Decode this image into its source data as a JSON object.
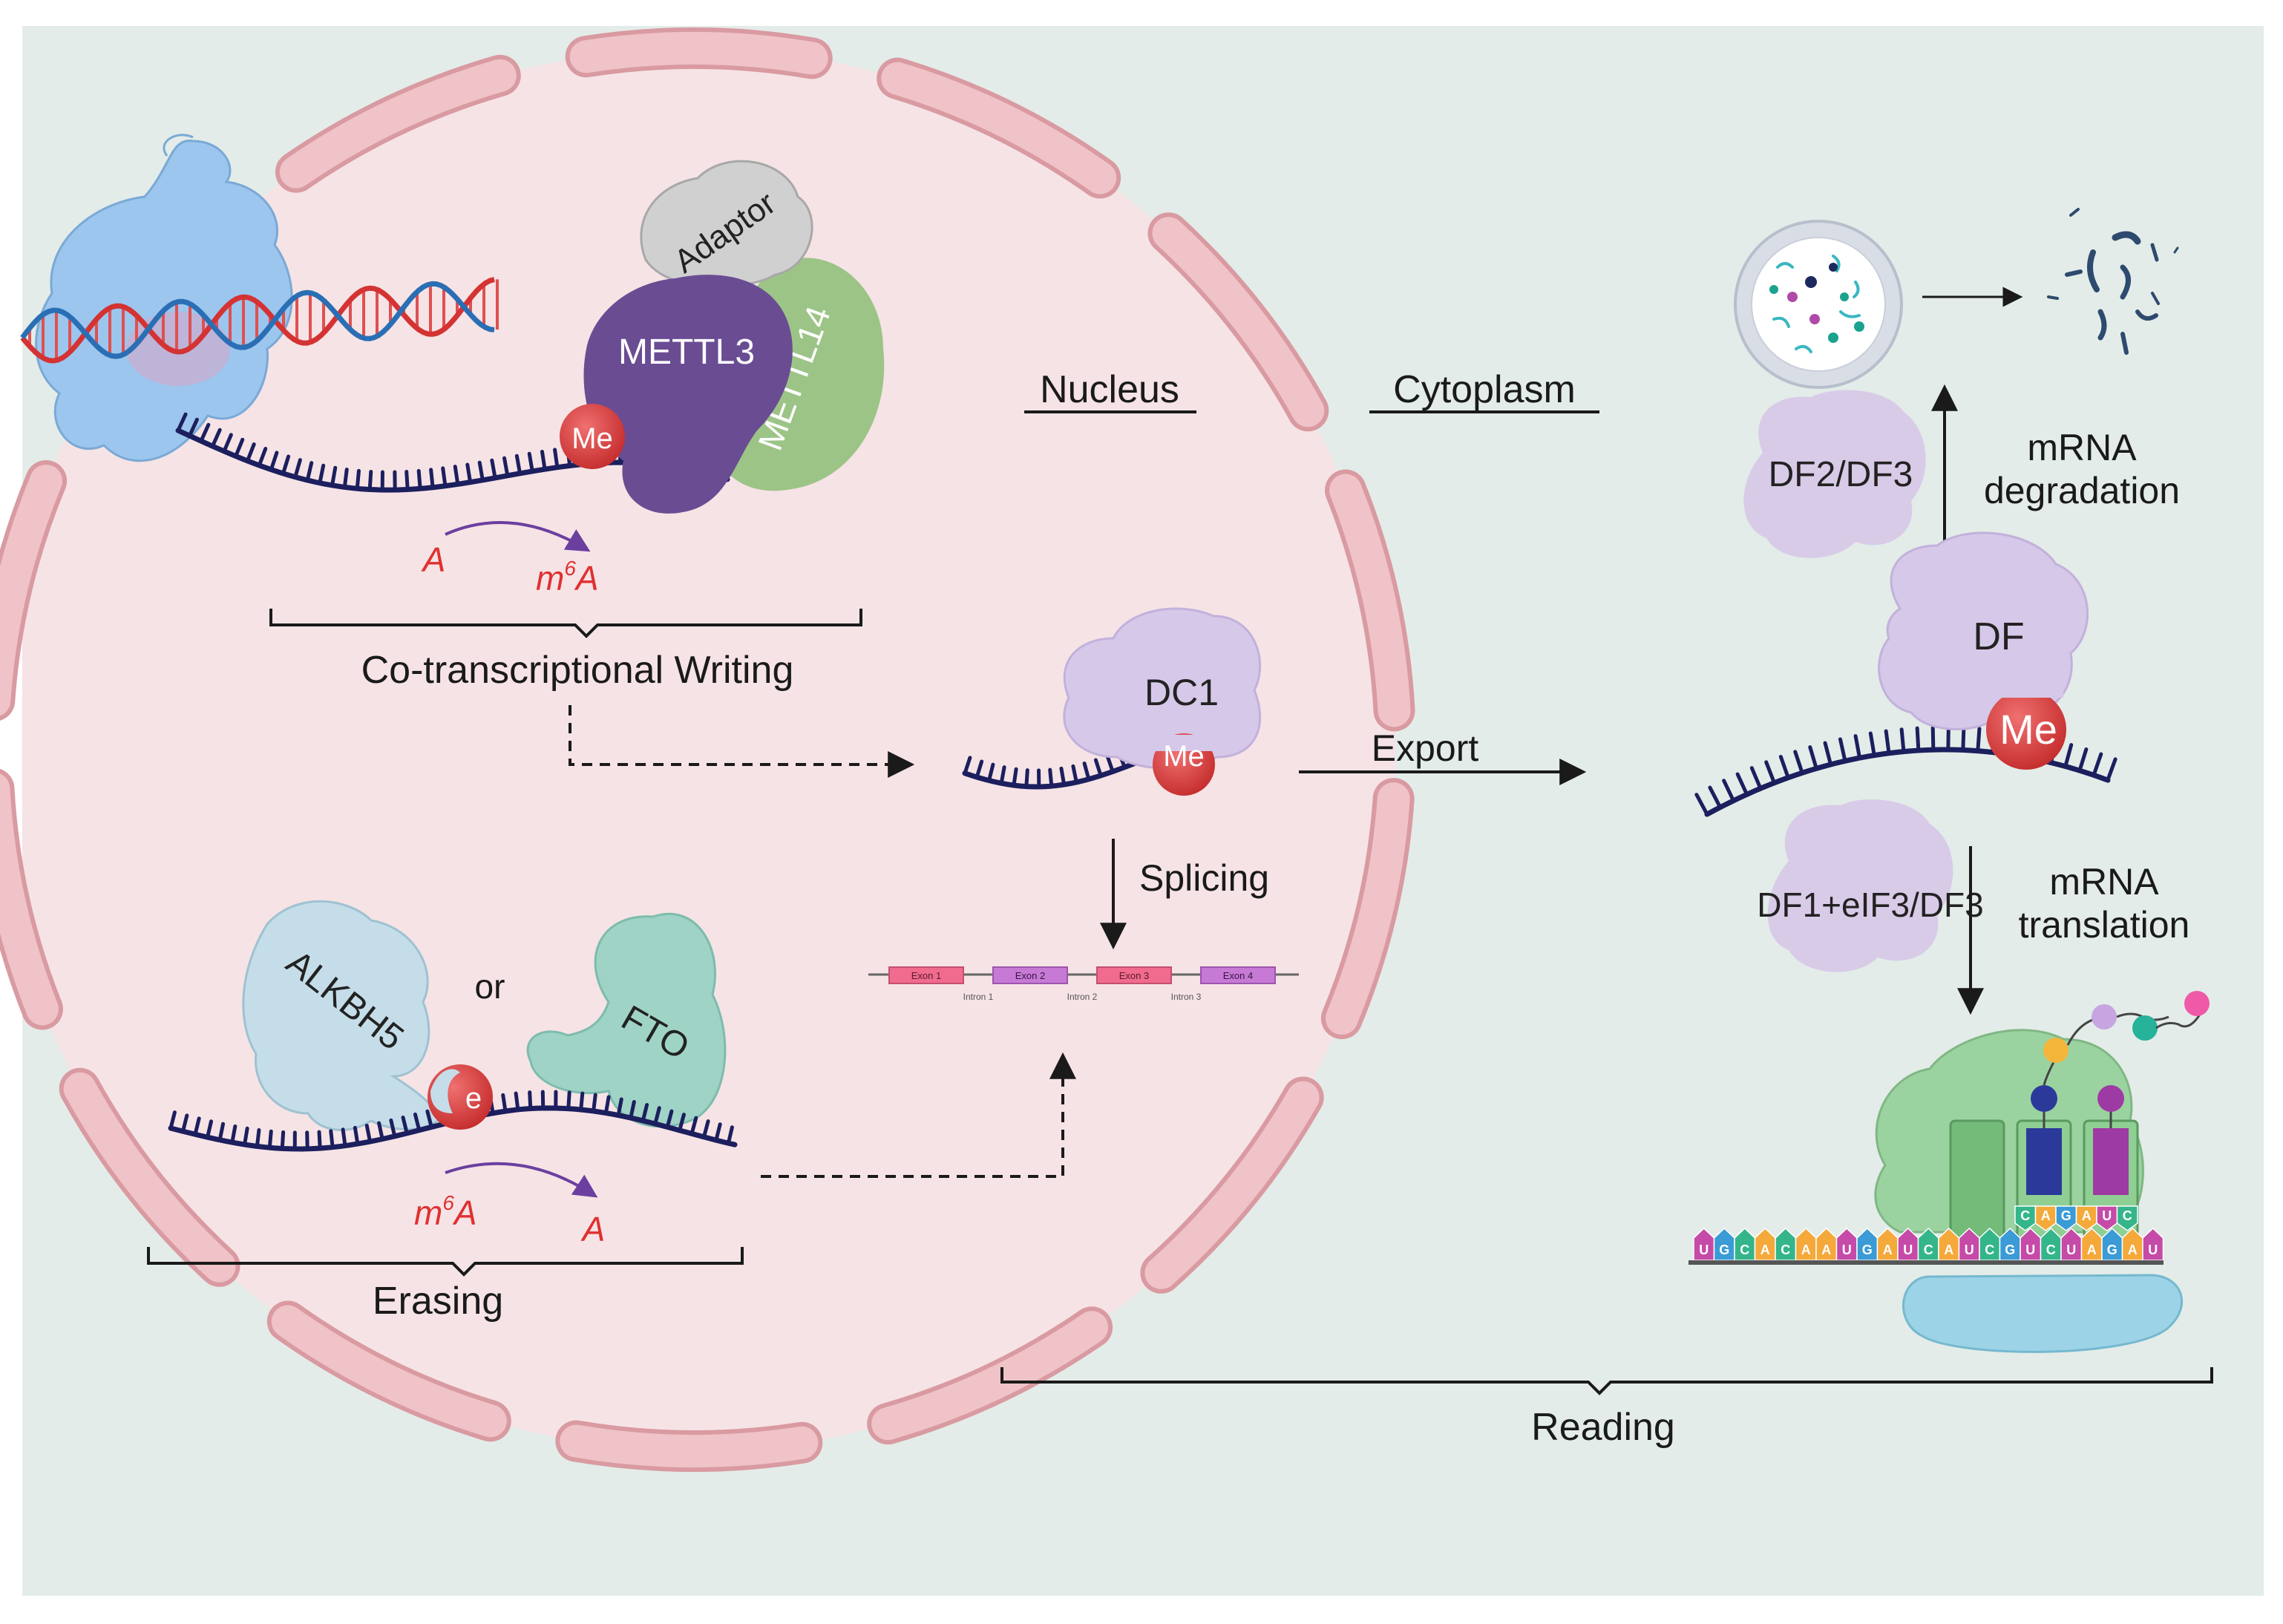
{
  "labels": {
    "nucleus": "Nucleus",
    "cytoplasm": "Cytoplasm",
    "co_transcriptional_writing": "Co-transcriptional Writing",
    "erasing": "Erasing",
    "reading": "Reading",
    "splicing": "Splicing",
    "export": "Export",
    "mrna_degradation_1": "mRNA",
    "mrna_degradation_2": "degradation",
    "mrna_translation_1": "mRNA",
    "mrna_translation_2": "translation",
    "or": "or",
    "a_start": "A",
    "m6a_end_m": "m",
    "m6a_end_6": "6",
    "m6a_end_a": "A",
    "m6a_start_m": "m",
    "m6a_start_6": "6",
    "m6a_start_a": "A",
    "a_end": "A"
  },
  "proteins": {
    "adaptor": "Adaptor",
    "mettl3": "METTL3",
    "mettl14": "METTL14",
    "me": "Me",
    "alkbh5": "ALKBH5",
    "fto": "FTO",
    "me_partial": "e",
    "dc1": "DC1",
    "dc1_me": "Me",
    "df": "DF",
    "df_me": "Me",
    "df2_df3": "DF2/DF3",
    "df1_eif3": "DF1+eIF3/DF3"
  },
  "exons": {
    "exon1": "Exon 1",
    "exon2": "Exon 2",
    "exon3": "Exon 3",
    "exon4": "Exon 4",
    "intron1": "Intron 1",
    "intron2": "Intron 2",
    "intron3": "Intron 3"
  },
  "codons": {
    "mrna_sequence": [
      "U",
      "G",
      "C",
      "A",
      "C",
      "A",
      "A",
      "U",
      "G",
      "A",
      "U",
      "C",
      "A",
      "U",
      "C",
      "G",
      "U",
      "C",
      "U",
      "A",
      "G",
      "A",
      "U"
    ],
    "trna_anticodon": [
      "C",
      "A",
      "G",
      "A",
      "U",
      "C"
    ]
  },
  "colors": {
    "background": "#e3ece8",
    "nucleus_fill": "#f6e3e5",
    "envelope": "#eab8bd",
    "envelope_stroke": "#d99aa1",
    "rna": "#1c1f5e",
    "me_red": "#d83a3a",
    "mettl3": "#6a4c93",
    "mettl14": "#9cc487",
    "adaptor": "#d0d0d0",
    "reader": "#d6c8e8",
    "alkbh5": "#c5dde8",
    "fto": "#9fd3c6",
    "polymerase": "#9cc6ee",
    "ribosome_large": "#8fcf94",
    "ribosome_small": "#9cd3e6"
  }
}
